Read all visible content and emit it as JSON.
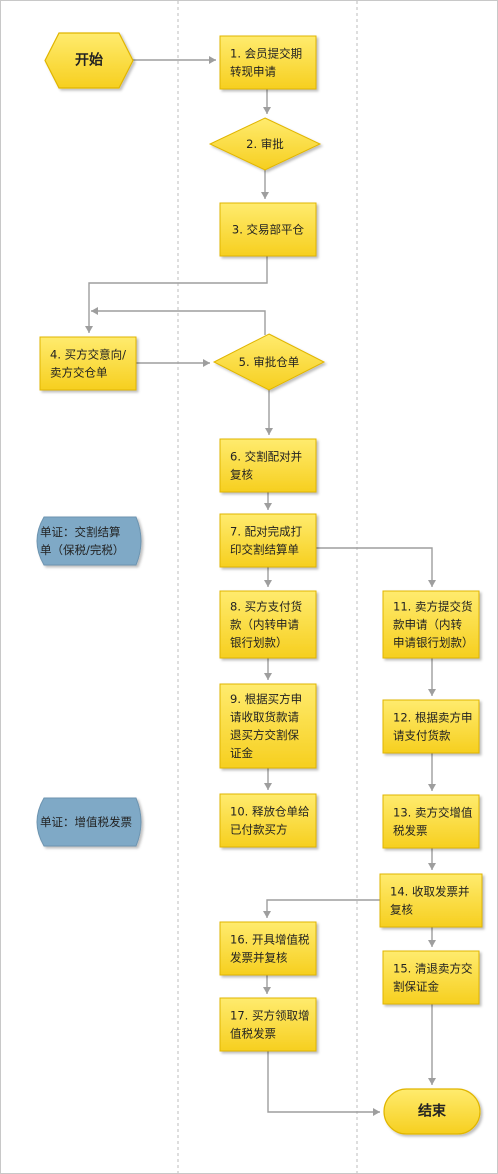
{
  "nodes": {
    "start": {
      "lines": [
        "开始"
      ]
    },
    "n1": {
      "lines": [
        "1. 会员提交期",
        "转现申请"
      ]
    },
    "n2": {
      "lines": [
        "2. 审批"
      ]
    },
    "n3": {
      "lines": [
        "3. 交易部平仓"
      ]
    },
    "n4": {
      "lines": [
        "4. 买方交意向/",
        "卖方交仓单"
      ]
    },
    "n5": {
      "lines": [
        "5. 审批仓单"
      ]
    },
    "n6": {
      "lines": [
        "6. 交割配对并",
        "复核"
      ]
    },
    "n7": {
      "lines": [
        "7. 配对完成打",
        "印交割结算单"
      ]
    },
    "n8": {
      "lines": [
        "8. 买方支付货",
        "款（内转申请",
        "银行划款）"
      ]
    },
    "n9": {
      "lines": [
        "9. 根据买方申",
        "请收取货款请",
        "退买方交割保",
        "证金"
      ]
    },
    "n10": {
      "lines": [
        "10. 释放仓单给",
        "已付款买方"
      ]
    },
    "n11": {
      "lines": [
        "11. 卖方提交货",
        "款申请（内转",
        "申请银行划款）"
      ]
    },
    "n12": {
      "lines": [
        "12. 根据卖方申",
        "请支付货款"
      ]
    },
    "n13": {
      "lines": [
        "13. 卖方交增值",
        "税发票"
      ]
    },
    "n14": {
      "lines": [
        "14. 收取发票并",
        "复核"
      ]
    },
    "n15": {
      "lines": [
        "15. 清退卖方交",
        "割保证金"
      ]
    },
    "n16": {
      "lines": [
        "16. 开具增值税",
        "发票并复核"
      ]
    },
    "n17": {
      "lines": [
        "17. 买方领取增",
        "值税发票"
      ]
    },
    "end": {
      "lines": [
        "结束"
      ]
    },
    "doc1": {
      "lines": [
        "单证：交割结算",
        "单（保税/完税）"
      ]
    },
    "doc2": {
      "lines": [
        "单证：增值税发票"
      ]
    }
  }
}
